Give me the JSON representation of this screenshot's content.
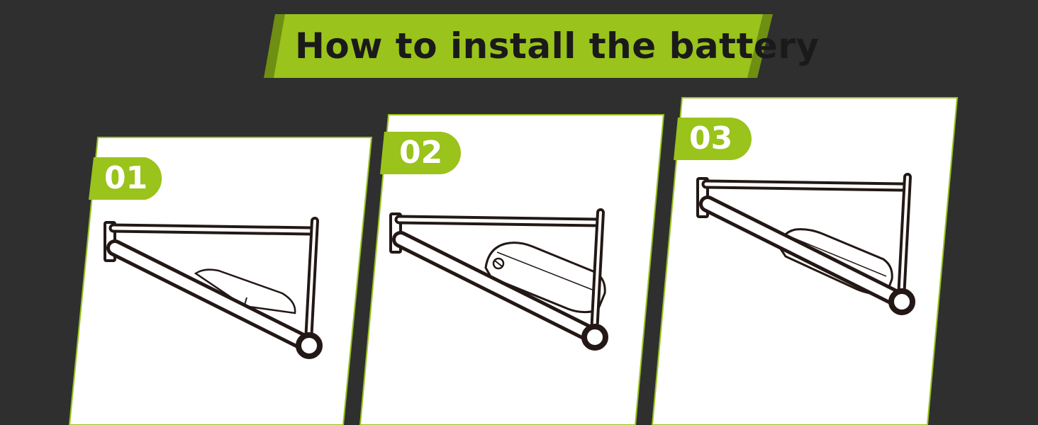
{
  "title": "How to install the battery",
  "steps": [
    {
      "number": "01"
    },
    {
      "number": "02"
    },
    {
      "number": "03"
    }
  ],
  "colors": {
    "background": "#2f2f2f",
    "accent": "#9ac31c",
    "accent_dark": "#6f8f12",
    "panel": "#ffffff",
    "line": "#231815"
  }
}
